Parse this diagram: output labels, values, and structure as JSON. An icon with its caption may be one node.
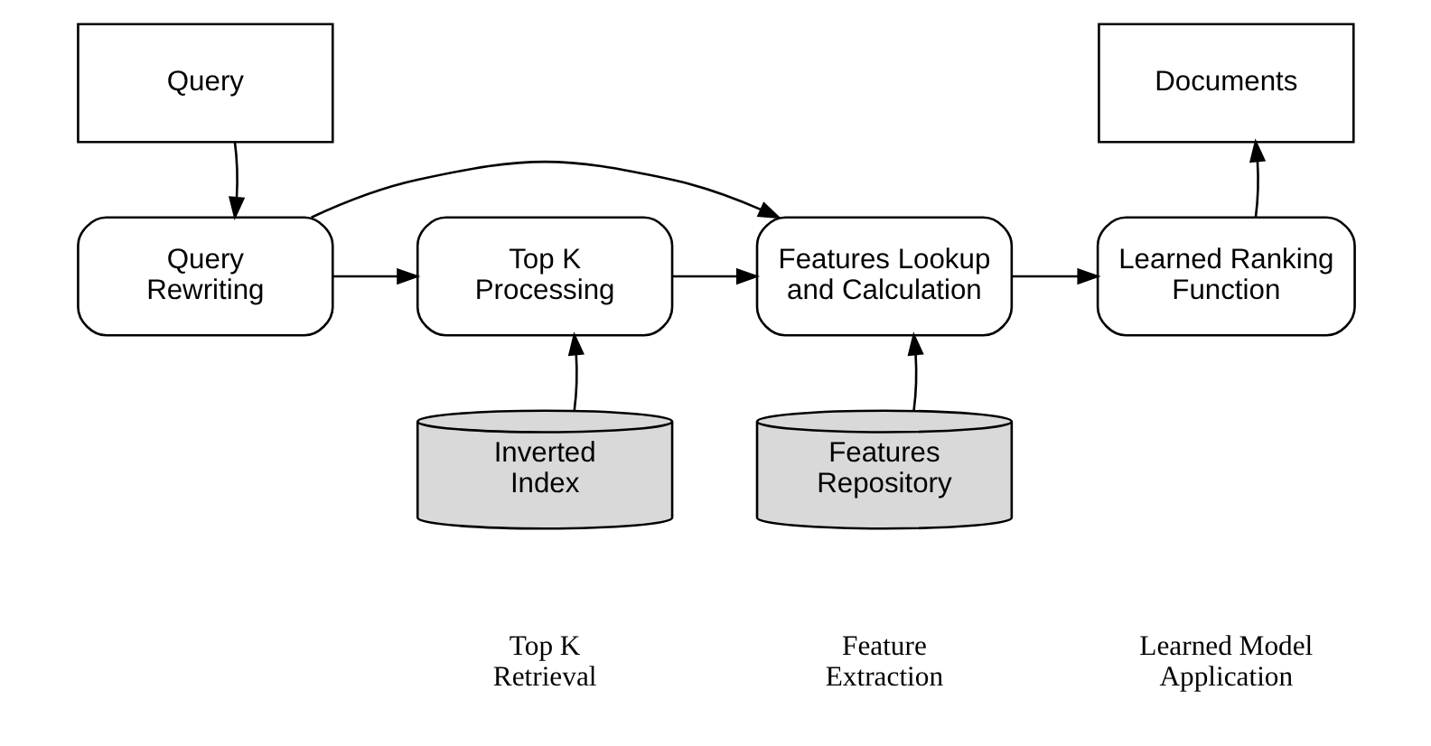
{
  "diagram": {
    "nodes": [
      {
        "text": [
          "Query"
        ]
      },
      {
        "text": [
          "Query Rewriting"
        ]
      },
      {
        "text": [
          "Top K Processing"
        ]
      },
      {
        "text": [
          "Features Lookup and Calculation"
        ]
      },
      {
        "text": [
          "Learned Ranking Function"
        ]
      },
      {
        "text": [
          "Documents"
        ]
      },
      {
        "text": [
          "Inverted Index"
        ]
      },
      {
        "text": [
          "Features Repository"
        ]
      }
    ],
    "edges": [
      {
        "from": 0,
        "to": 1,
        "arrow": "to"
      },
      {
        "from": 1,
        "to": 2,
        "arrow": "to"
      },
      {
        "from": 1,
        "to": 3,
        "arrow": "to"
      },
      {
        "from": 2,
        "to": 3,
        "arrow": "to"
      },
      {
        "from": 3,
        "to": 4,
        "arrow": "to"
      },
      {
        "from": 4,
        "to": 5,
        "arrow": "to"
      },
      {
        "from": 6,
        "to": 2,
        "arrow": "to"
      },
      {
        "from": 7,
        "to": 3,
        "arrow": "to"
      }
    ],
    "labels": [
      "Top K Retrieval",
      "Feature Extraction",
      "Learned Model Application"
    ]
  }
}
